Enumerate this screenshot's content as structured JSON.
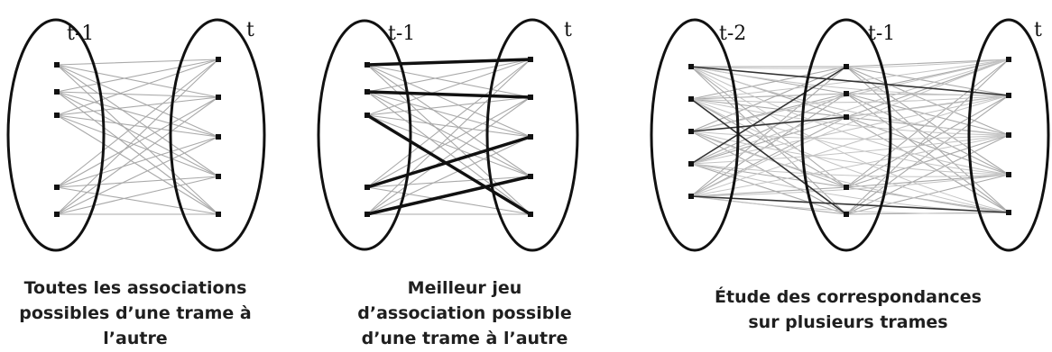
{
  "colors": {
    "background": "#ffffff",
    "ellipse": "#111111",
    "candidate_link": "#a9a9a9",
    "best_link": "#111111",
    "node": "#111111",
    "text": "#1f1f1f"
  },
  "panels": [
    {
      "frames": [
        "t-1",
        "t"
      ],
      "caption": [
        "Toutes les associations",
        "possibles d’une trame à",
        "l’autre"
      ]
    },
    {
      "frames": [
        "t-1",
        "t"
      ],
      "caption": [
        "Meilleur jeu",
        "d’association possible",
        "d’une trame à l’autre"
      ]
    },
    {
      "frames": [
        "t-2",
        "t-1",
        "t"
      ],
      "caption": [
        "Étude des correspondances",
        "sur plusieurs trames"
      ]
    }
  ]
}
